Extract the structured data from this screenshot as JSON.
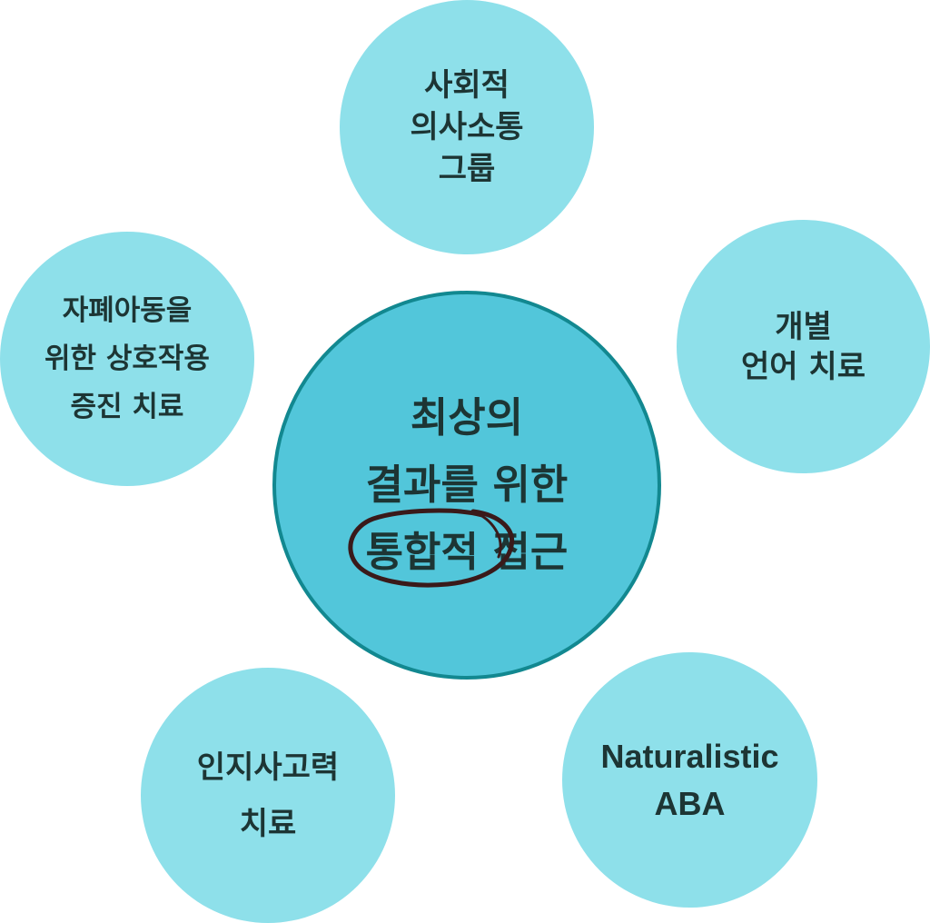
{
  "center": {
    "lines": [
      "최상의",
      "결과를 위한"
    ],
    "highlight": "통합적",
    "tail": "접근"
  },
  "nodes": {
    "top": {
      "lines": [
        "사회적",
        "의사소통",
        "그룹"
      ]
    },
    "right": {
      "lines": [
        "개별",
        "언어 치료"
      ]
    },
    "left": {
      "lines": [
        "자폐아동을",
        "위한 상호작용",
        "증진 치료"
      ]
    },
    "bottom_left": {
      "lines": [
        "인지사고력",
        "치료"
      ]
    },
    "bottom_right": {
      "lines": [
        "Naturalistic",
        "ABA"
      ]
    }
  },
  "colors": {
    "node_fill": "#8ee0ea",
    "center_fill": "#52c6da",
    "center_border": "#128890",
    "text": "#1d3534",
    "scribble": "#3a1a1a"
  }
}
